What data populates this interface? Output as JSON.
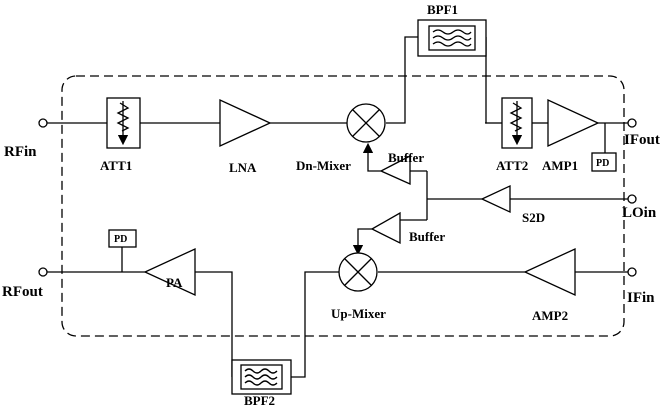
{
  "ports": {
    "rf_in": "RFin",
    "rf_out": "RFout",
    "if_out": "IFout",
    "if_in": "IFin",
    "lo_in": "LOin"
  },
  "blocks": {
    "att1": "ATT1",
    "lna": "LNA",
    "dn_mixer": "Dn-Mixer",
    "bpf1": "BPF1",
    "att2": "ATT2",
    "amp1": "AMP1",
    "pd_top": "PD",
    "buffer_top": "Buffer",
    "buffer_bottom": "Buffer",
    "s2d": "S2D",
    "pd_bottom": "PD",
    "pa": "PA",
    "up_mixer": "Up-Mixer",
    "amp2": "AMP2",
    "bpf2": "BPF2"
  }
}
